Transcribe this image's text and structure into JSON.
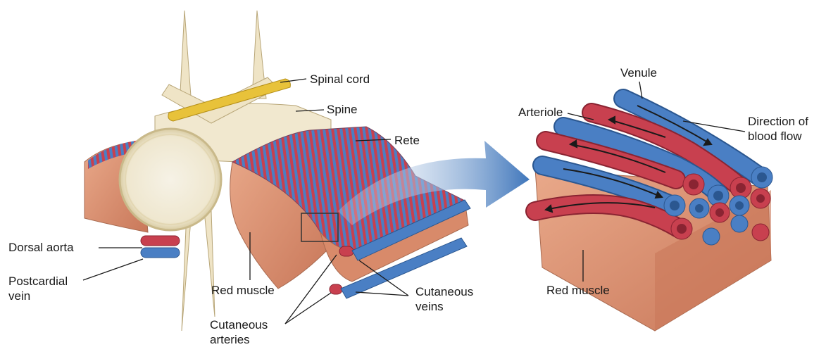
{
  "labels": {
    "spinal_cord": "Spinal cord",
    "spine": "Spine",
    "rete": "Rete",
    "dorsal_aorta": "Dorsal aorta",
    "postcardial_vein_1": "Postcardial",
    "postcardial_vein_2": "vein",
    "red_muscle_left": "Red muscle",
    "cutaneous_veins_1": "Cutaneous",
    "cutaneous_veins_2": "veins",
    "cutaneous_arteries_1": "Cutaneous",
    "cutaneous_arteries_2": "arteries",
    "venule": "Venule",
    "arteriole": "Arteriole",
    "direction_1": "Direction of",
    "direction_2": "blood flow",
    "red_muscle_right": "Red muscle"
  },
  "colors": {
    "artery": "#c8404f",
    "vein": "#4a7fc4",
    "muscle": "#d88a6a",
    "bone": "#f1e8cf",
    "spinal_cord": "#e8c23a"
  }
}
